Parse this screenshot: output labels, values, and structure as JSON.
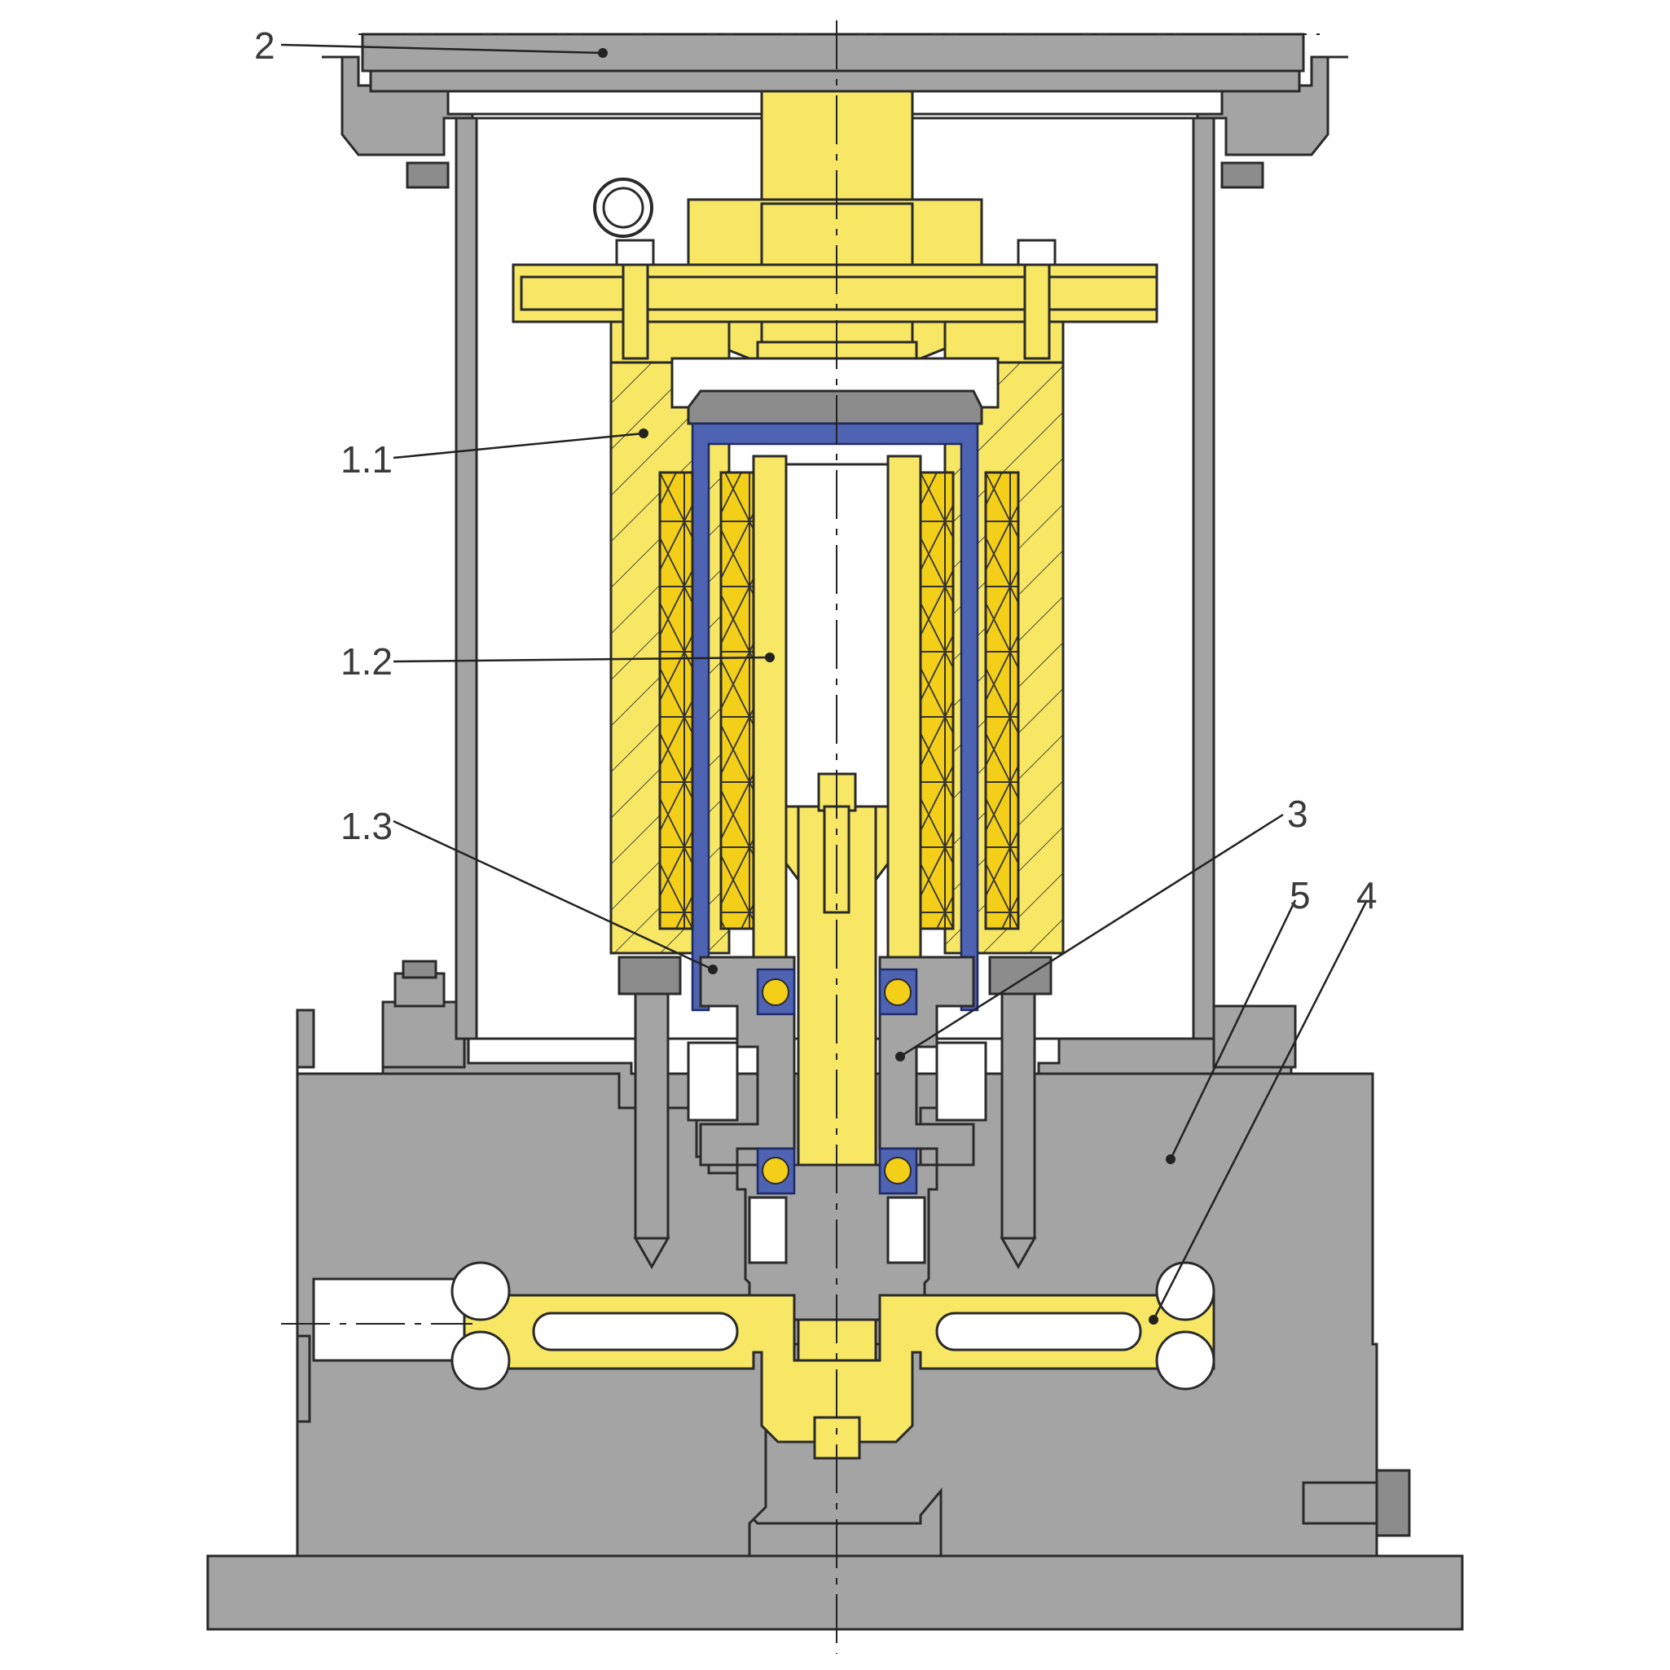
{
  "diagram": {
    "callouts": [
      {
        "id": "c2",
        "label": "2"
      },
      {
        "id": "c11",
        "label": "1.1"
      },
      {
        "id": "c12",
        "label": "1.2"
      },
      {
        "id": "c13",
        "label": "1.3"
      },
      {
        "id": "c3",
        "label": "3"
      },
      {
        "id": "c5",
        "label": "5"
      },
      {
        "id": "c4",
        "label": "4"
      }
    ],
    "colors": {
      "housing": "#a4a4a4",
      "rotor_stator": "#f7e764",
      "winding": "#f3cf1a",
      "can": "#4f63b3",
      "background": "#ffffff"
    }
  }
}
